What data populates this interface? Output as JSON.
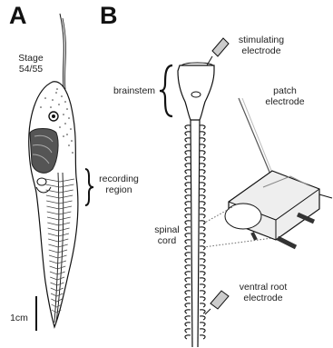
{
  "panels": {
    "a": "A",
    "b": "B"
  },
  "panel_a": {
    "stage_line1": "Stage",
    "stage_line2": "54/55",
    "recording_line1": "recording",
    "recording_line2": "region",
    "scale_bar": "1cm"
  },
  "panel_b": {
    "stim_line1": "stimulating",
    "stim_line2": "electrode",
    "patch_line1": "patch",
    "patch_line2": "electrode",
    "brainstem": "brainstem",
    "spinal_line1": "spinal",
    "spinal_line2": "cord",
    "ventral_line1": "ventral root",
    "ventral_line2": "electrode"
  },
  "colors": {
    "ink": "#111111",
    "gut": "#555555",
    "electrode": "#cccccc",
    "block": "#eeeeee"
  }
}
